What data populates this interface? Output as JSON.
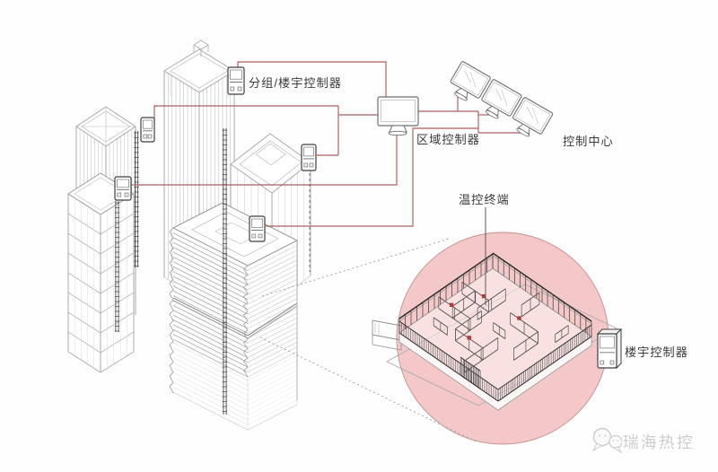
{
  "diagram": {
    "title_context": "building-hvac-control-system-diagram",
    "labels": {
      "group_building_controller": "分组/楼宇控制器",
      "zone_controller": "区域控制器",
      "control_center": "控制中心",
      "thermo_terminal": "温控终端",
      "building_controller": "楼宇控制器"
    },
    "watermark": {
      "text": "瑞海热控"
    },
    "colors": {
      "wire": "#ad5f5f",
      "circle_fill": "#f4c8c8",
      "circle_edge": "#c58f8f",
      "building_line": "#a8a8a8",
      "hatch_line": "#c7c7c7",
      "dark_line": "#3f3f3f",
      "plan_wall": "#4f4f4f",
      "terminal_red": "#b23a3a",
      "label_text": "#3a3a3a",
      "watermark_gray": "#cccccc",
      "cone_dotted": "#9b9b9b"
    }
  }
}
